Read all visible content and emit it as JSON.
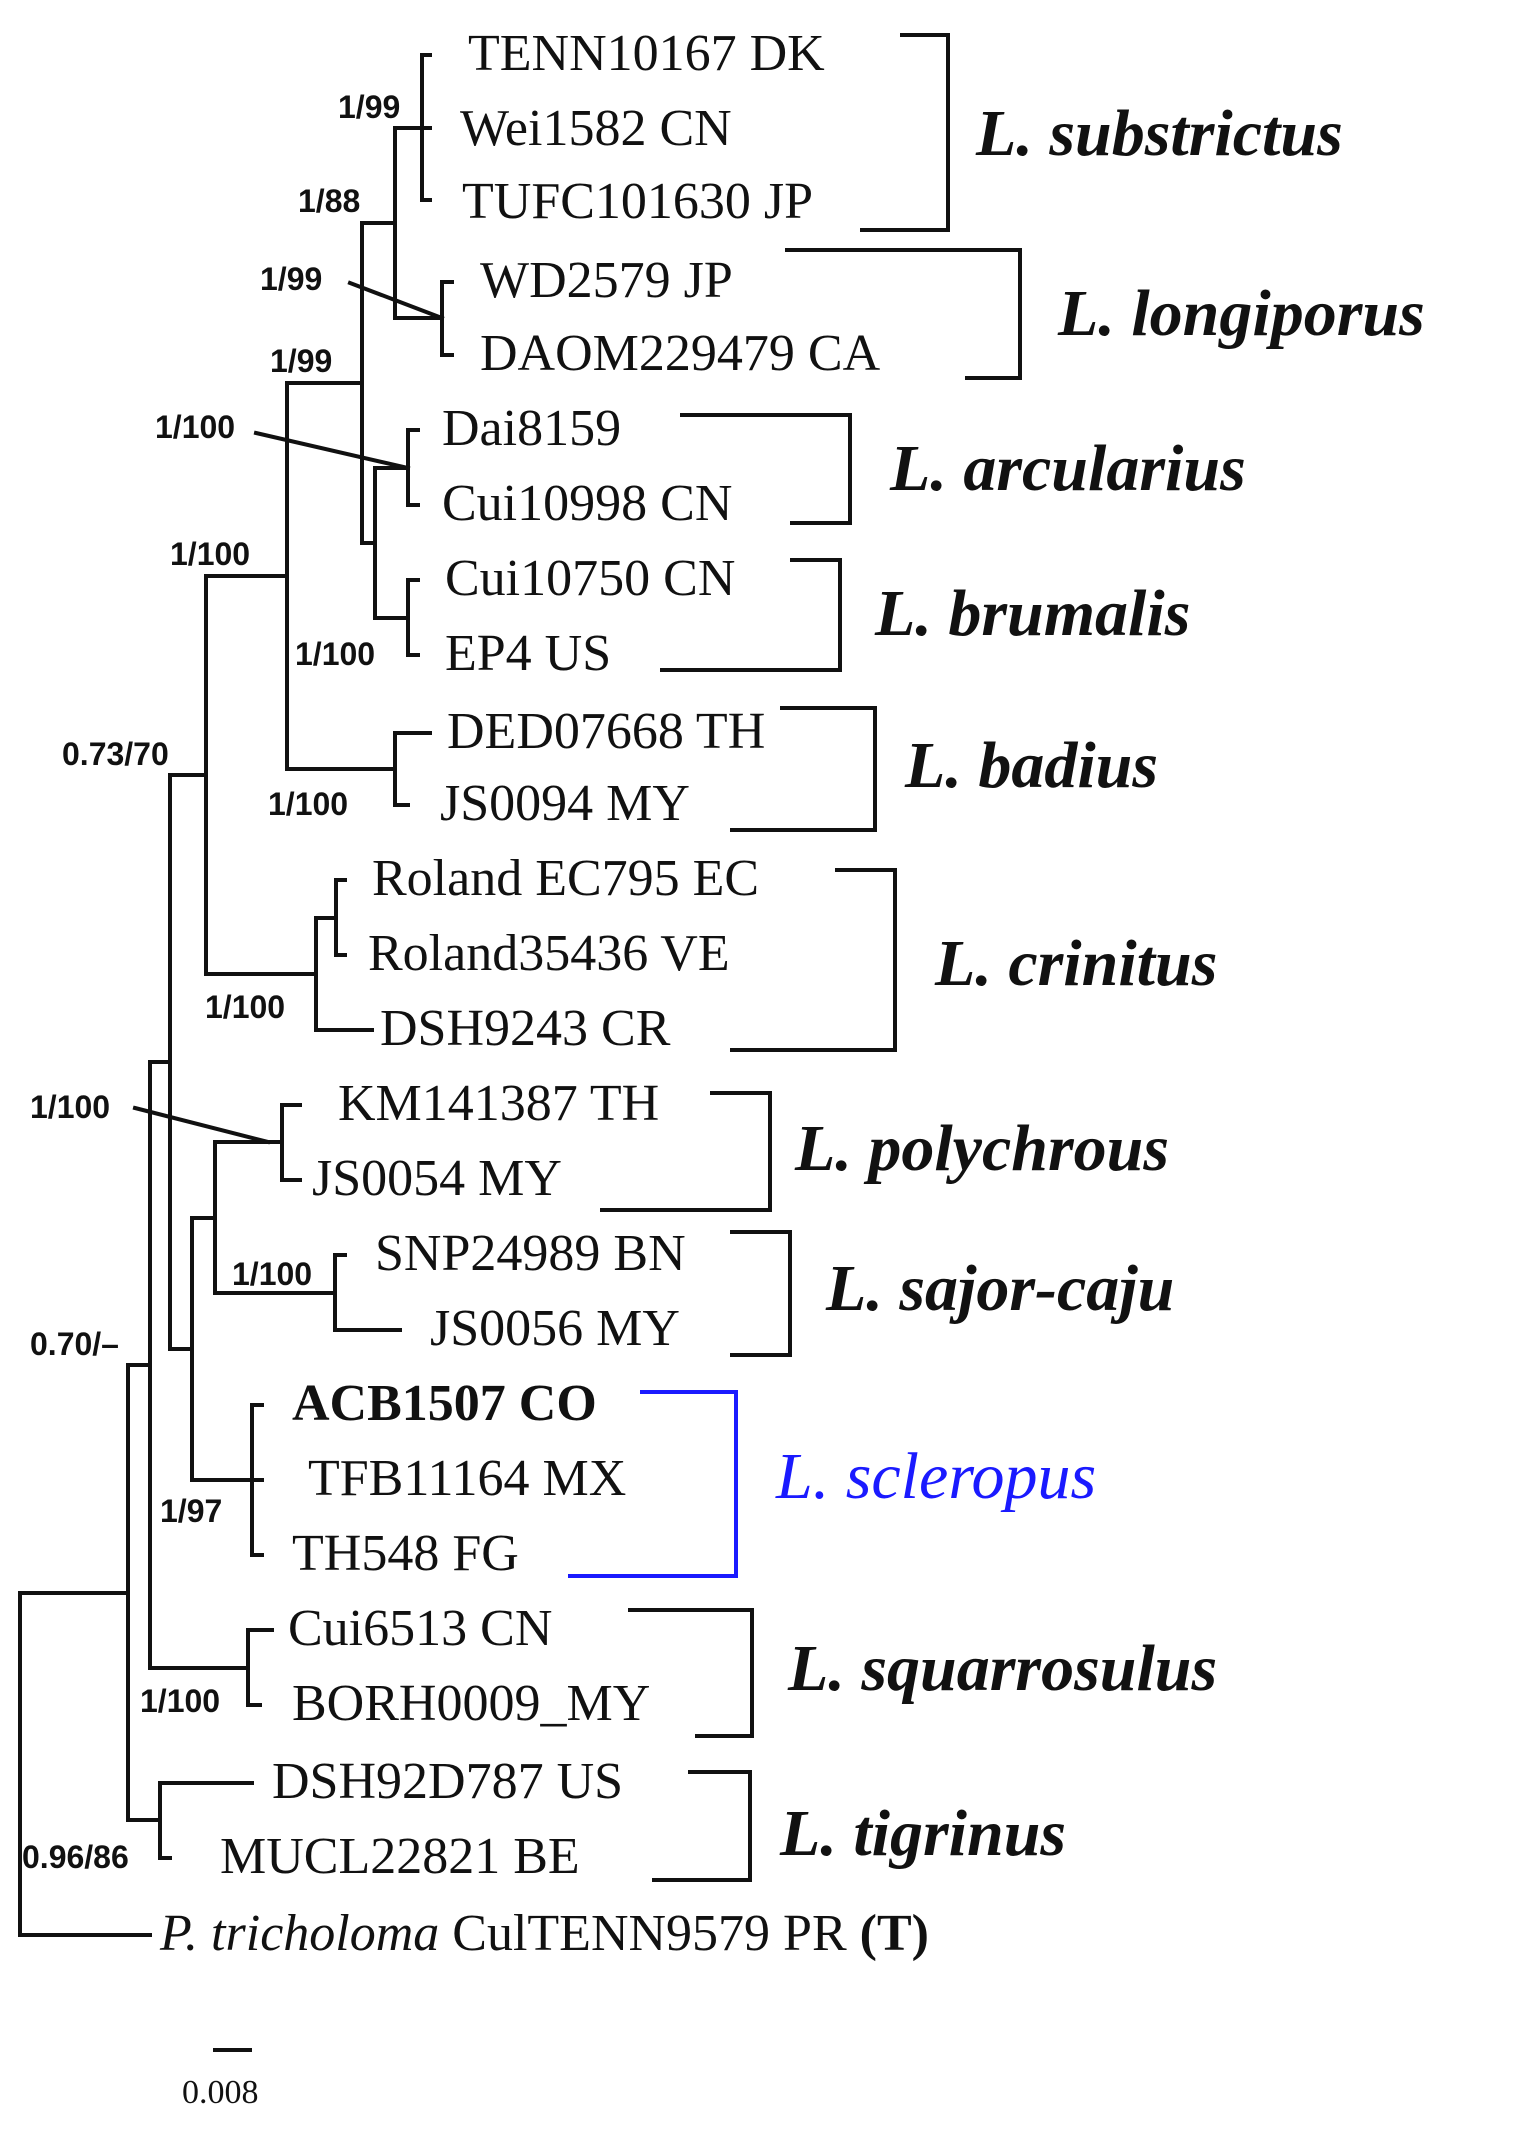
{
  "tips": [
    {
      "id": "t1",
      "label": "TENN10167 DK"
    },
    {
      "id": "t2",
      "label": "Wei1582 CN"
    },
    {
      "id": "t3",
      "label": "TUFC101630 JP"
    },
    {
      "id": "t4",
      "label": "WD2579 JP"
    },
    {
      "id": "t5",
      "label": "DAOM229479 CA"
    },
    {
      "id": "t6",
      "label": "Dai8159"
    },
    {
      "id": "t7",
      "label": "Cui10998 CN"
    },
    {
      "id": "t8",
      "label": "Cui10750 CN"
    },
    {
      "id": "t9",
      "label": "EP4 US"
    },
    {
      "id": "t10",
      "label": "DED07668 TH"
    },
    {
      "id": "t11",
      "label": "JS0094 MY"
    },
    {
      "id": "t12",
      "label": "Roland EC795 EC"
    },
    {
      "id": "t13",
      "label": "Roland35436 VE"
    },
    {
      "id": "t14",
      "label": "DSH9243 CR"
    },
    {
      "id": "t15",
      "label": "KM141387 TH"
    },
    {
      "id": "t16",
      "label": "JS0054 MY"
    },
    {
      "id": "t17",
      "label": "SNP24989 BN"
    },
    {
      "id": "t18",
      "label": "JS0056 MY"
    },
    {
      "id": "t19",
      "label": "ACB1507 CO",
      "bold": true
    },
    {
      "id": "t20",
      "label": "TFB11164 MX"
    },
    {
      "id": "t21",
      "label": "TH548 FG"
    },
    {
      "id": "t22",
      "label": "Cui6513 CN"
    },
    {
      "id": "t23",
      "label": "BORH0009_MY"
    },
    {
      "id": "t24",
      "label": "DSH92D787 US"
    },
    {
      "id": "t25",
      "label": "MUCL22821 BE"
    }
  ],
  "outgroup": {
    "genus": "P. tricholoma",
    "rest": "CulTENN9579 PR",
    "tag": "(T)"
  },
  "clades": [
    {
      "name": "L. substrictus",
      "highlight": false
    },
    {
      "name": "L. longiporus",
      "highlight": false
    },
    {
      "name": "L. arcularius",
      "highlight": false
    },
    {
      "name": "L. brumalis",
      "highlight": false
    },
    {
      "name": "L. badius",
      "highlight": false
    },
    {
      "name": "L. crinitus",
      "highlight": false
    },
    {
      "name": "L. polychrous",
      "highlight": false
    },
    {
      "name": "L. sajor-caju",
      "highlight": false
    },
    {
      "name": "L. scleropus",
      "highlight": true
    },
    {
      "name": "L. squarrosulus",
      "highlight": false
    },
    {
      "name": "L. tigrinus",
      "highlight": false
    }
  ],
  "supports": [
    "1/99",
    "1/88",
    "1/99",
    "1/99",
    "1/100",
    "1/100",
    "1/100",
    "0.73/70",
    "1/100",
    "1/100",
    "1/100",
    "1/100",
    "0.70/–",
    "1/97",
    "1/100",
    "0.96/86"
  ],
  "scale": {
    "label": "0.008"
  },
  "colors": {
    "line": "#111111",
    "highlight": "#1a1aff"
  }
}
